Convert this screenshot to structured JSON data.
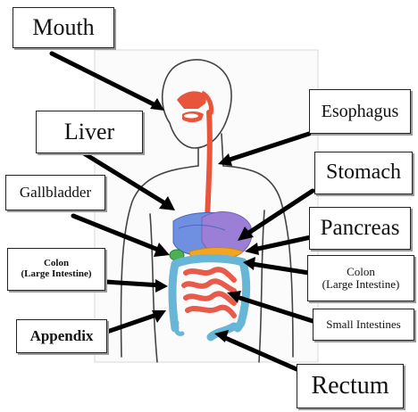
{
  "labels": {
    "mouth": "Mouth",
    "liver": "Liver",
    "gallbladder": "Gallbladder",
    "colon_left": "Colon\n(Large Intestine)",
    "appendix": "Appendix",
    "esophagus": "Esophagus",
    "stomach": "Stomach",
    "pancreas": "Pancreas",
    "colon_right": "Colon\n(Large Intestine)",
    "small_intestines": "Small Intestines",
    "rectum": "Rectum"
  },
  "colors": {
    "esophagus_mouth": "#e8553a",
    "stomach_liver": "#9b7fd6",
    "liver_blue": "#6f8fe0",
    "gallbladder": "#4caf50",
    "pancreas": "#f4a423",
    "colon": "#67b6d8",
    "small_intestine": "#e85a4a",
    "arrow": "#000000"
  }
}
